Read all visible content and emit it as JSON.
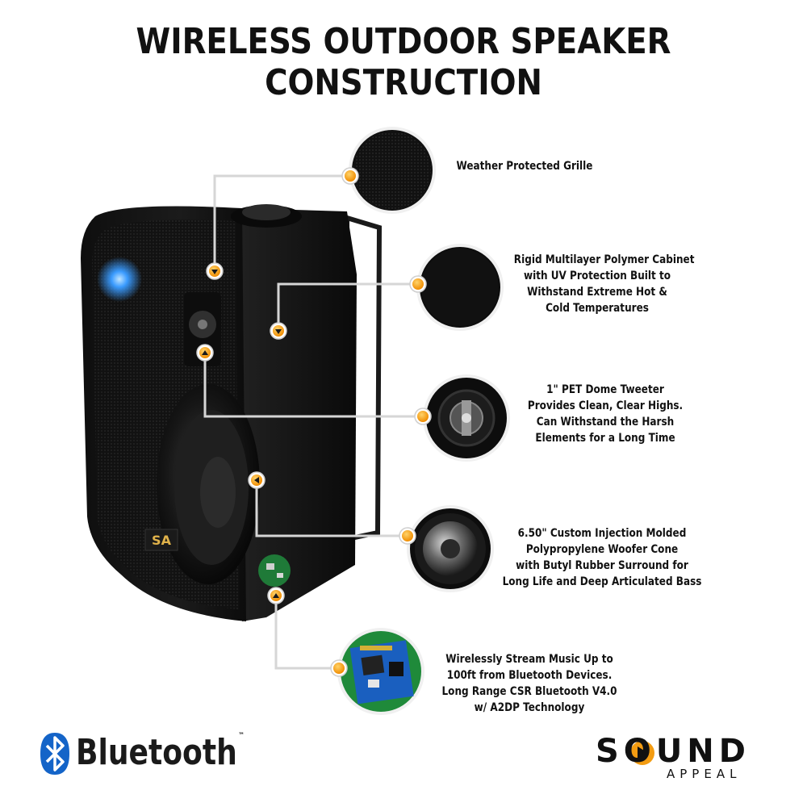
{
  "title": "WIRELESS OUTDOOR SPEAKER CONSTRUCTION",
  "callouts": [
    {
      "id": "grille",
      "lines": [
        "Weather Protected Grille"
      ]
    },
    {
      "id": "cabinet",
      "lines": [
        "Rigid Multilayer Polymer Cabinet",
        "with UV Protection Built to",
        "Withstand Extreme Hot &",
        "Cold Temperatures"
      ]
    },
    {
      "id": "tweeter",
      "lines": [
        "1\" PET Dome Tweeter",
        "Provides Clean, Clear Highs.",
        "Can Withstand the Harsh",
        "Elements for a Long Time"
      ]
    },
    {
      "id": "woofer",
      "lines": [
        "6.50\" Custom Injection Molded",
        "Polypropylene Woofer Cone",
        "with Butyl Rubber Surround for",
        "Long Life and Deep Articulated Bass"
      ]
    },
    {
      "id": "bluetooth",
      "lines": [
        "Wirelessly Stream Music Up to",
        "100ft from Bluetooth Devices.",
        "Long Range CSR Bluetooth V4.0",
        "w/ A2DP Technology"
      ]
    }
  ],
  "logos": {
    "bluetooth": {
      "word": "Bluetooth",
      "tm": "™"
    },
    "brand": {
      "word": "SOUND",
      "sub": "APPEAL",
      "cabinet_badge": "SA"
    }
  },
  "colors": {
    "marker": "#f5a31a",
    "marker_ring": "#ffffff",
    "connector": "#d9d9d9",
    "speaker_body": "#161616",
    "led": "#2f8dff",
    "bluetooth_blue": "#1464c8",
    "circuit_green": "#1f8a3a"
  }
}
